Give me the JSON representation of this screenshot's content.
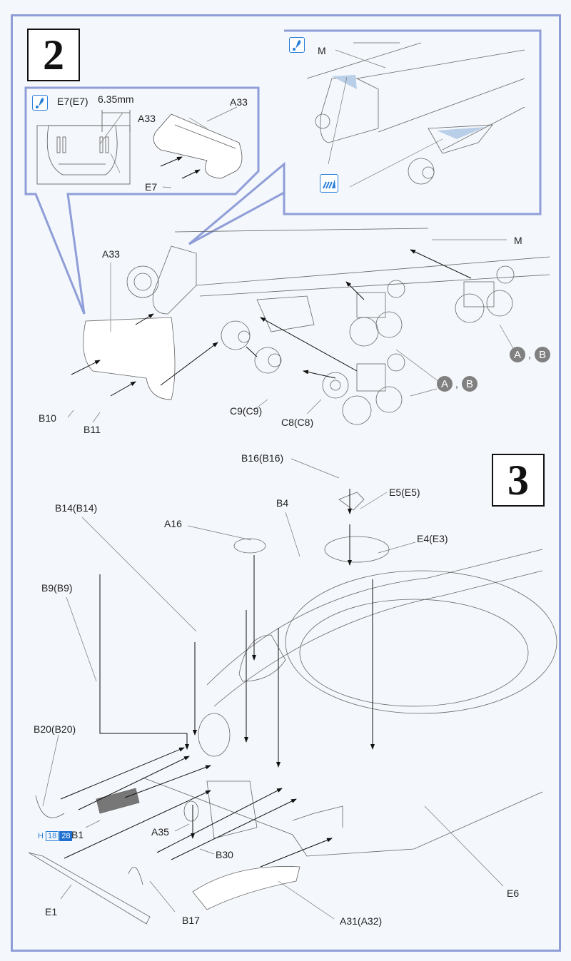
{
  "document": {
    "type": "model kit assembly instructions",
    "accent_color": "#8f9ed8",
    "icon_color": "#2a7fd8"
  },
  "step2": {
    "number": "2",
    "inset_left": {
      "icon": "attention-icon",
      "labels": {
        "e7_pair": "E7(E7)",
        "dimension": "6.35mm",
        "a33_front": "A33",
        "a33_side": "A33",
        "e7": "E7"
      }
    },
    "inset_right": {
      "icon_top": "attention-icon",
      "icon_bottom": "cement-glue-icon",
      "labels": {
        "m": "M"
      }
    },
    "main": {
      "labels": {
        "a33": "A33",
        "m": "M",
        "b10": "B10",
        "b11": "B11",
        "c9": "C9(C9)",
        "c8": "C8(C8)"
      },
      "subassembly_refs": [
        {
          "a": "A",
          "sep": ",",
          "b": "B"
        },
        {
          "a": "A",
          "sep": ",",
          "b": "B"
        }
      ]
    }
  },
  "step3": {
    "number": "3",
    "labels": {
      "b16": "B16(B16)",
      "e5": "E5(E5)",
      "b4": "B4",
      "b14": "B14(B14)",
      "a16": "A16",
      "e4": "E4(E3)",
      "b9": "B9(B9)",
      "b20": "B20(B20)",
      "b1": "B1",
      "a35": "A35",
      "b30": "B30",
      "e1": "E1",
      "b17": "B17",
      "a31": "A31(A32)",
      "e6": "E6"
    },
    "paint_code": {
      "prefix": "H",
      "code1": "18",
      "code2": "28"
    }
  }
}
